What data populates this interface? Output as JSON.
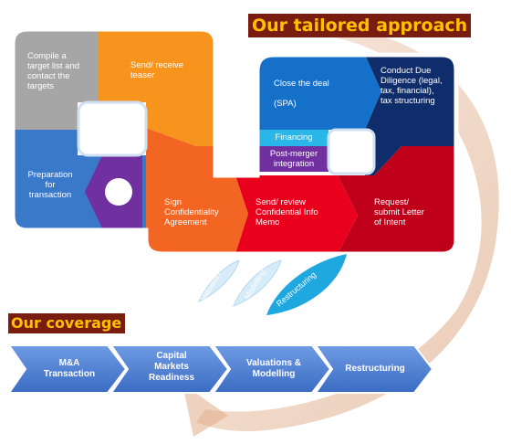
{
  "titles": {
    "approach": "Our tailored approach",
    "coverage": "Our coverage"
  },
  "approach_steps": [
    {
      "id": "compile",
      "label": "Compile a\ntarget list and\ncontact the\ntargets"
    },
    {
      "id": "send-teaser",
      "label": "Send/ receive\nteaser"
    },
    {
      "id": "close-deal",
      "label": "Close the deal\n\n(SPA)"
    },
    {
      "id": "due-diligence",
      "label": "Conduct Due\nDiligence (legal,\ntax, financial),\ntax structuring"
    },
    {
      "id": "financing",
      "label": "Financing"
    },
    {
      "id": "post-merger",
      "label": "Post-merger\nintegration"
    },
    {
      "id": "preparation",
      "label": "Preparation\nfor\ntransaction"
    },
    {
      "id": "sign-ca",
      "label": "Sign\nConfidentiality\nAgreement"
    },
    {
      "id": "send-review-cim",
      "label": "Send/ review\nConfidential Info\nMemo"
    },
    {
      "id": "request-loi",
      "label": "Request/\nsubmit Letter\nof Intent"
    }
  ],
  "support_tags": [
    {
      "id": "valuation",
      "label": "Valuation"
    },
    {
      "id": "financial-modelling",
      "label": "Financial\nModelling"
    },
    {
      "id": "restructuring",
      "label": "Restructuring"
    }
  ],
  "coverage_items": [
    {
      "id": "mna",
      "label": "M&A\nTransaction"
    },
    {
      "id": "capital-markets",
      "label": "Capital\nMarkets\nReadiness"
    },
    {
      "id": "valuations",
      "label": "Valuations &\nModelling"
    },
    {
      "id": "restructuring",
      "label": "Restructuring"
    }
  ],
  "colors": {
    "banner_bg": "#7b1c10",
    "banner_text": "#ffc000",
    "gray": "#a6a6a6",
    "orange": "#f7941d",
    "dark_orange": "#f26522",
    "blue": "#3a78c9",
    "dark_navy": "#0f2d6b",
    "red": "#e8001c",
    "dark_red": "#c0001a",
    "purple": "#7030a0",
    "cyan": "#29b6e8",
    "chevron": "#4a7fd4",
    "swirl": "#e8b89a"
  }
}
